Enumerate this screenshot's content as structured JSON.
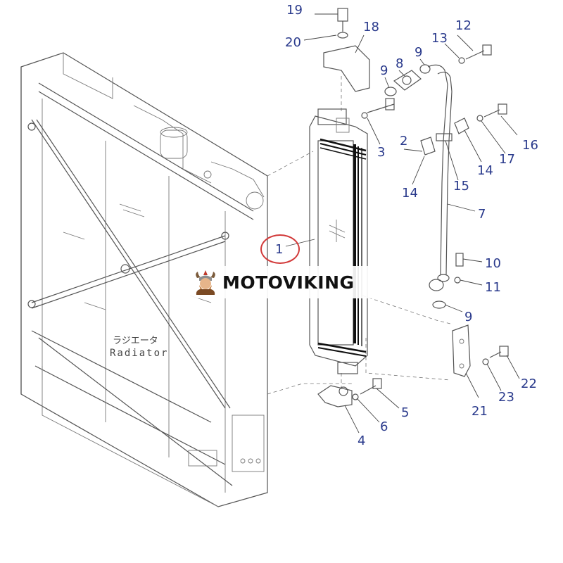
{
  "diagram": {
    "callouts": [
      {
        "id": "c19",
        "text": "19"
      },
      {
        "id": "c18",
        "text": "18"
      },
      {
        "id": "c20",
        "text": "20"
      },
      {
        "id": "c12",
        "text": "12"
      },
      {
        "id": "c13",
        "text": "13"
      },
      {
        "id": "c9a",
        "text": "9"
      },
      {
        "id": "c8",
        "text": "8"
      },
      {
        "id": "c9b",
        "text": "9"
      },
      {
        "id": "c3",
        "text": "3"
      },
      {
        "id": "c2",
        "text": "2"
      },
      {
        "id": "c16",
        "text": "16"
      },
      {
        "id": "c17",
        "text": "17"
      },
      {
        "id": "c14a",
        "text": "14"
      },
      {
        "id": "c14b",
        "text": "14"
      },
      {
        "id": "c15",
        "text": "15"
      },
      {
        "id": "c7",
        "text": "7"
      },
      {
        "id": "c1",
        "text": "1"
      },
      {
        "id": "c10",
        "text": "10"
      },
      {
        "id": "c11",
        "text": "11"
      },
      {
        "id": "c9c",
        "text": "9"
      },
      {
        "id": "c5",
        "text": "5"
      },
      {
        "id": "c6",
        "text": "6"
      },
      {
        "id": "c4",
        "text": "4"
      },
      {
        "id": "c21",
        "text": "21"
      },
      {
        "id": "c22",
        "text": "22"
      },
      {
        "id": "c23",
        "text": "23"
      }
    ],
    "labels": {
      "radiator_jp": "ラジエータ",
      "radiator_en": "Radiator"
    }
  },
  "watermark": {
    "brand": "MOTOVIKING"
  },
  "colors": {
    "callout_text": "#2a3a8c",
    "line_art": "#555555",
    "highlight": "#d23a3a"
  }
}
